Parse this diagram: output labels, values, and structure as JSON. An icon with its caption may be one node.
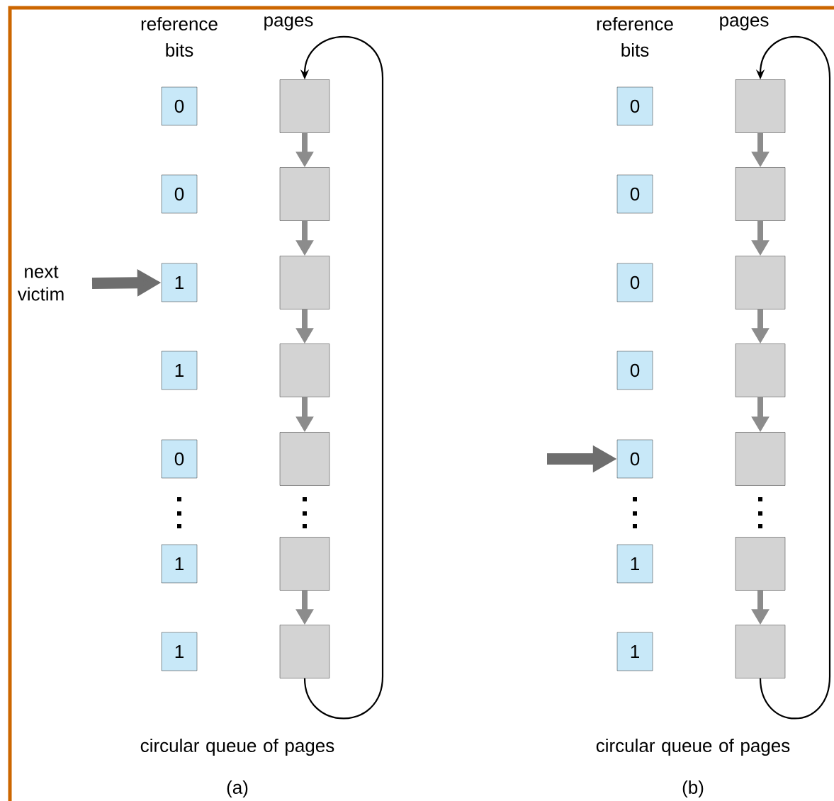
{
  "diagram": {
    "nodes": [
      {
        "text": [
          "0"
        ]
      },
      {
        "text": [
          "0"
        ]
      },
      {
        "text": [
          "1"
        ]
      },
      {
        "text": [
          "1"
        ]
      },
      {
        "text": [
          "0"
        ]
      },
      {
        "text": [
          "1"
        ]
      },
      {
        "text": [
          "1"
        ]
      },
      {
        "text": [],
        "shape": "box"
      },
      {
        "text": [],
        "shape": "box"
      },
      {
        "text": [],
        "shape": "box"
      },
      {
        "text": [],
        "shape": "box"
      },
      {
        "text": [],
        "shape": "box"
      },
      {
        "text": [],
        "shape": "box"
      },
      {
        "text": [],
        "shape": "box"
      },
      {
        "text": [
          "next victim"
        ]
      },
      {
        "text": [
          "0"
        ]
      },
      {
        "text": [
          "0"
        ]
      },
      {
        "text": [
          "0"
        ]
      },
      {
        "text": [
          "0"
        ]
      },
      {
        "text": [
          "0"
        ]
      },
      {
        "text": [
          "1"
        ]
      },
      {
        "text": [
          "1"
        ]
      },
      {
        "text": [],
        "shape": "box"
      },
      {
        "text": [],
        "shape": "box"
      },
      {
        "text": [],
        "shape": "box"
      },
      {
        "text": [],
        "shape": "box"
      },
      {
        "text": [],
        "shape": "box"
      },
      {
        "text": [],
        "shape": "box"
      },
      {
        "text": [],
        "shape": "box"
      }
    ],
    "edges": [
      {
        "from": 7,
        "to": 8,
        "arrow": "to"
      },
      {
        "from": 8,
        "to": 9,
        "arrow": "to"
      },
      {
        "from": 9,
        "to": 10,
        "arrow": "to"
      },
      {
        "from": 10,
        "to": 11,
        "arrow": "to"
      },
      {
        "from": 12,
        "to": 13,
        "arrow": "to"
      },
      {
        "from": 13,
        "to": 7,
        "arrow": "to",
        "color": "#000000"
      },
      {
        "from": 14,
        "to": 2,
        "arrow": "to",
        "style": "thick"
      },
      {
        "from": 22,
        "to": 23,
        "arrow": "to"
      },
      {
        "from": 23,
        "to": 24,
        "arrow": "to"
      },
      {
        "from": 24,
        "to": 25,
        "arrow": "to"
      },
      {
        "from": 25,
        "to": 26,
        "arrow": "to"
      },
      {
        "from": 27,
        "to": 28,
        "arrow": "to"
      },
      {
        "from": 28,
        "to": 22,
        "arrow": "to",
        "color": "#000000"
      },
      {
        "from": null,
        "to": 19,
        "arrow": "to",
        "style": "thick"
      }
    ],
    "labels": [
      "reference bits",
      "pages",
      "circular queue of pages",
      "(a)",
      "reference bits",
      "pages",
      "circular queue of pages",
      "(b)"
    ]
  }
}
